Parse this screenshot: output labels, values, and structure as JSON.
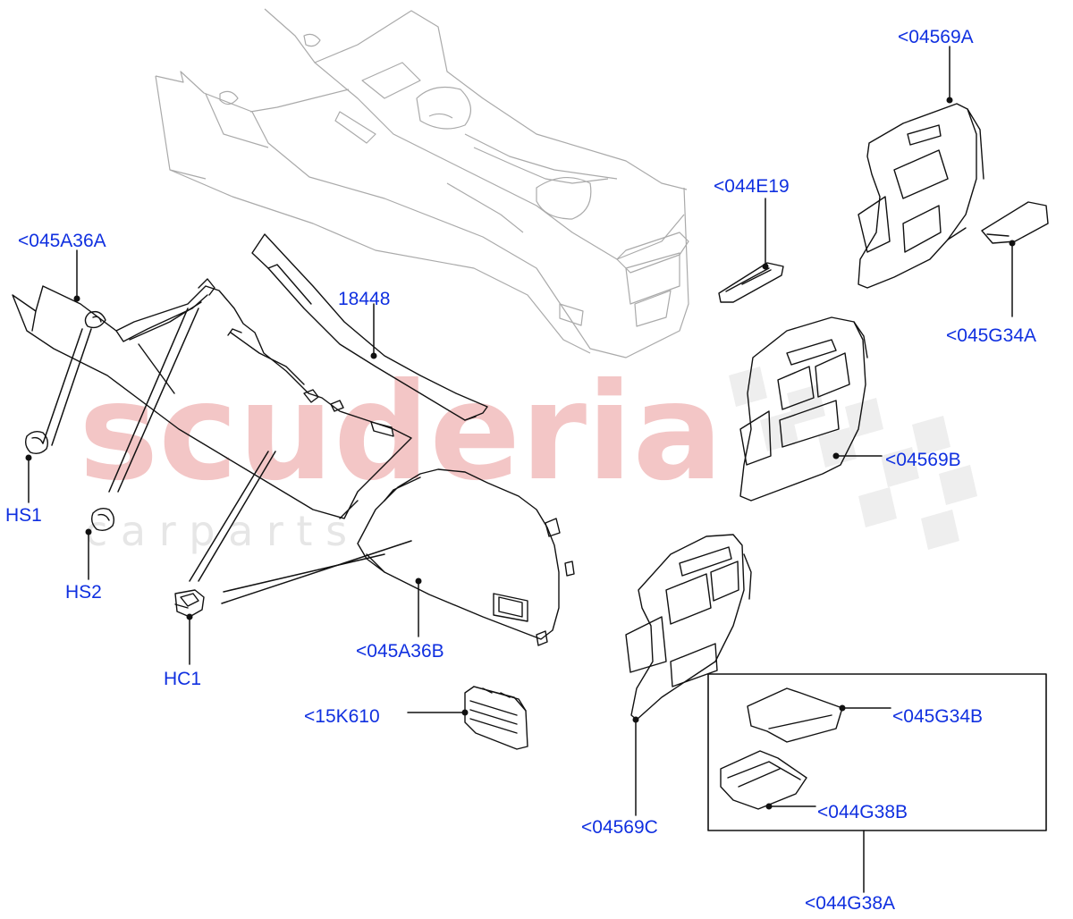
{
  "diagram": {
    "callouts": {
      "c04569A": "<04569A",
      "c044E19": "<044E19",
      "c045A36A": "<045A36A",
      "c18448": "18448",
      "c045G34A": "<045G34A",
      "c04569B": "<04569B",
      "hs1": "HS1",
      "hs2": "HS2",
      "hc1": "HC1",
      "c045A36B": "<045A36B",
      "c15K610": "<15K610",
      "c045G34B": "<045G34B",
      "c04569C": "<04569C",
      "c044G38B": "<044G38B",
      "c044G38A": "<044G38A"
    },
    "watermark": {
      "brand": "scuderia",
      "sub": "c a r p a r t s"
    },
    "colors": {
      "callout_text": "#1030e0",
      "lines": "#000000",
      "ghost": "#aaaaaa",
      "watermark": "#f3c6c6"
    }
  }
}
